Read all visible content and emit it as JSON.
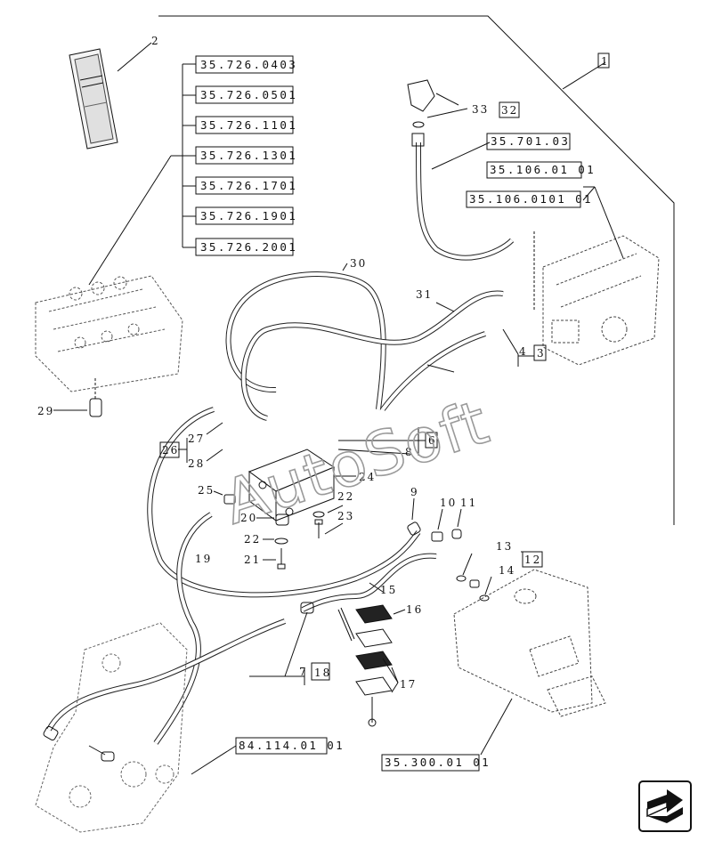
{
  "watermark": "AutoSoft",
  "ref_codes": {
    "r0403": "35.726.0403",
    "r0501": "35.726.0501",
    "r1101": "35.726.1101",
    "r1301": "35.726.1301",
    "r1701": "35.726.1701",
    "r1901": "35.726.1901",
    "r2001": "35.726.2001",
    "r70103": "35.701.03",
    "r1060101": "35.106.01 01",
    "r10601010": "35.106.0101 01",
    "r30001": "35.300.01 01",
    "r11401": "84.114.01 01"
  },
  "callouts": {
    "c1": "1",
    "c2": "2",
    "c3": "3",
    "c4": "4",
    "c6": "6",
    "c7": "7",
    "c8": "8",
    "c9": "9",
    "c10": "10",
    "c11": "11",
    "c12": "12",
    "c13": "13",
    "c14": "14",
    "c15": "15",
    "c16": "16",
    "c17": "17",
    "c18": "18",
    "c19": "19",
    "c20": "20",
    "c21": "21",
    "c22a": "22",
    "c22b": "22",
    "c23": "23",
    "c24": "24",
    "c25": "25",
    "c26": "26",
    "c27": "27",
    "c28": "28",
    "c29": "29",
    "c30": "30",
    "c31": "31",
    "c32": "32",
    "c33": "33"
  },
  "nav": {
    "icon": "next-page-arrow-icon"
  }
}
